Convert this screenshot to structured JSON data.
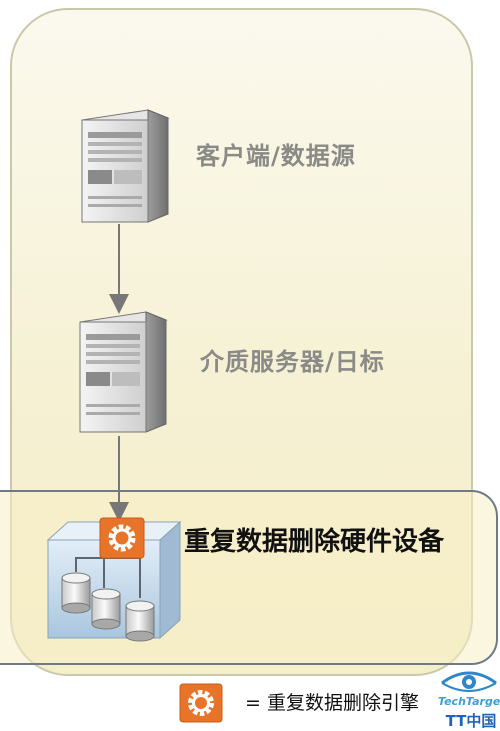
{
  "nodes": {
    "client": {
      "label": "客户端/数据源"
    },
    "media_server": {
      "label": "介质服务器/日标"
    },
    "appliance": {
      "label": "重复数据删除硬件设备"
    }
  },
  "legend": {
    "text": "= 重复数据删除引擎"
  },
  "watermark": {
    "brand": "TechTarget",
    "cn": "TT中国"
  },
  "icons": [
    "server-icon",
    "gear-icon",
    "disk-cylinder-icon",
    "eye-logo-icon"
  ],
  "colors": {
    "gear_accent": "#e8742a",
    "panel": "#f6f1d4",
    "appliance_blue": "#bcd6ea"
  }
}
